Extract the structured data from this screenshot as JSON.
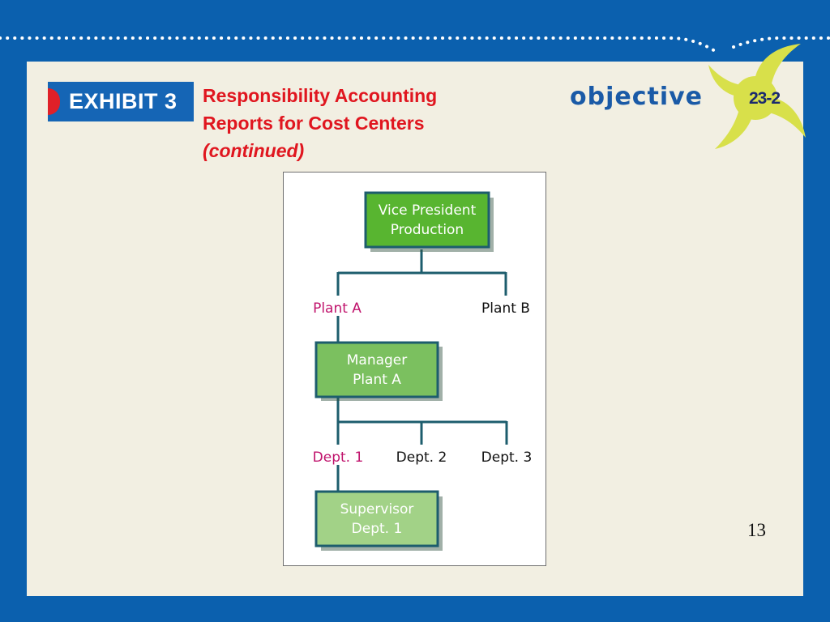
{
  "exhibit_label": "EXHIBIT 3",
  "title": {
    "line1": "Responsibility Accounting",
    "line2": "Reports for Cost Centers",
    "line3": "(continued)"
  },
  "objective": {
    "word": "objective",
    "number": "23-2"
  },
  "org_chart": {
    "vp_box": [
      "Vice President",
      "Production"
    ],
    "plants": [
      "Plant A",
      "Plant B"
    ],
    "manager_box": [
      "Manager",
      "Plant A"
    ],
    "departments": [
      "Dept. 1",
      "Dept. 2",
      "Dept. 3"
    ],
    "supervisor_box": [
      "Supervisor",
      "Dept. 1"
    ]
  },
  "page_number": "13",
  "colors": {
    "background_blue": "#0b60ae",
    "panel_cream": "#f2efe2",
    "title_red": "#e0161f",
    "highlight_magenta": "#c0136c",
    "node_border": "#1d5d6d",
    "vp_green": "#58b530",
    "manager_green": "#7bc05f",
    "supervisor_green": "#a2d287",
    "burst_yellow": "#d8e04a"
  }
}
